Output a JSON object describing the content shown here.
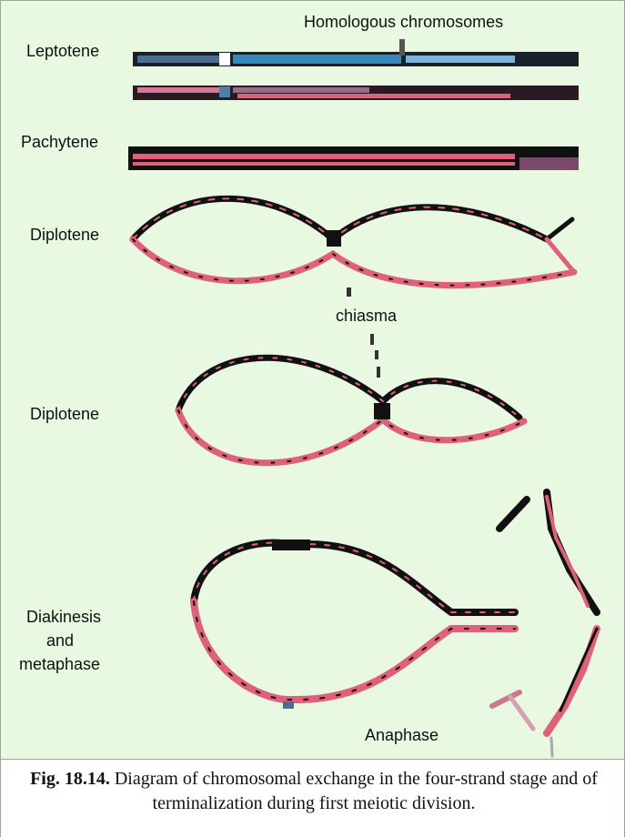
{
  "diagram": {
    "labels": {
      "homologous": "Homologous chromosomes",
      "leptotene": "Leptotene",
      "pachytene": "Pachytene",
      "diplotene_1": "Diplotene",
      "chiasma": "chiasma",
      "diplotene_2": "Diplotene",
      "diakinesis_1": "Diakinesis",
      "diakinesis_2": "and",
      "diakinesis_3": "metaphase",
      "anaphase": "Anaphase"
    },
    "colors": {
      "background": "#e8f8e1",
      "chromatid_dark": "#111111",
      "chromatid_pink": "#e0607a",
      "chromatid_blue": "#3f86b8",
      "chromatid_purple": "#7a4a6a"
    }
  },
  "caption": {
    "figure_number": "Fig. 18.14.",
    "text": "Diagram of chromosomal exchange in the four-strand stage and of terminalization during first meiotic division."
  }
}
